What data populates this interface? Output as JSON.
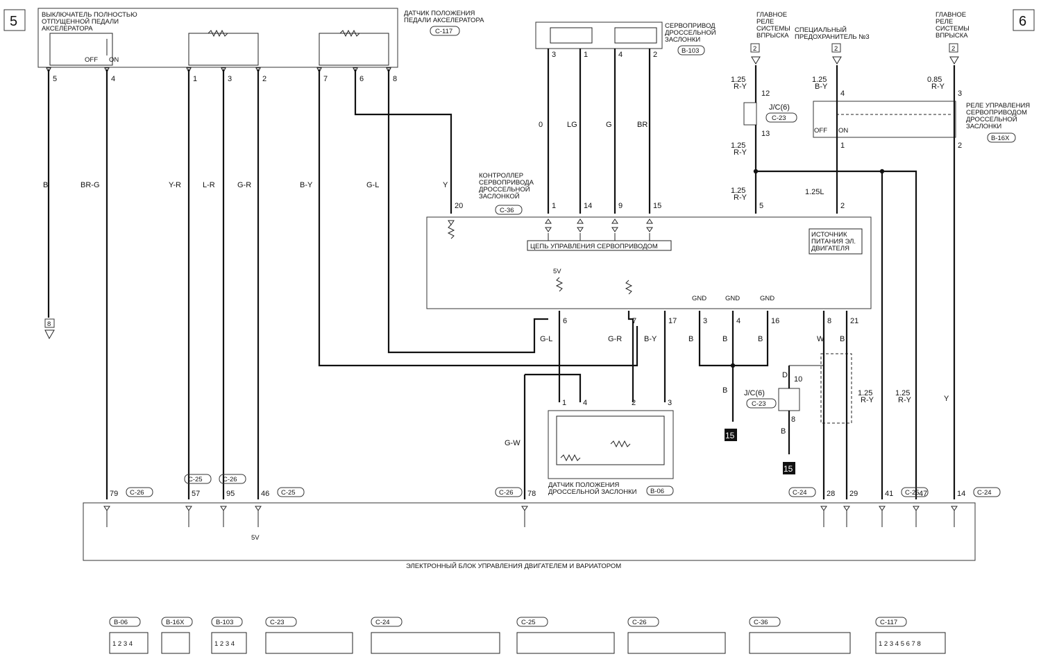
{
  "page_markers": {
    "left": "5",
    "right": "6"
  },
  "components": {
    "idle_switch": "ВЫКЛЮЧАТЕЛЬ ПОЛНОСТЬЮ ОТПУЩЕННОЙ ПЕДАЛИ АКСЕЛЕРАТОРА",
    "pedal_sensor": "ДАТЧИК ПОЛОЖЕНИЯ ПЕДАЛИ АКСЕЛЕРАТОРА",
    "pedal_sensor_conn": "C-117",
    "servo": "СЕРВОПРИВОД ДРОССЕЛЬНОЙ ЗАСЛОНКИ",
    "servo_conn": "B-103",
    "main_relay_1": "ГЛАВНОЕ РЕЛЕ СИСТЕМЫ ВПРЫСКА",
    "special_fuse": "СПЕЦИАЛЬНЫЙ ПРЕДОХРАНИТЕЛЬ №3",
    "main_relay_2": "ГЛАВНОЕ РЕЛЕ СИСТЕМЫ ВПРЫСКА",
    "servo_relay": "РЕЛЕ УПРАВЛЕНИЯ СЕРВОПРИВОДОМ ДРОССЕЛЬНОЙ ЗАСЛОНКИ",
    "servo_relay_conn": "B-16X",
    "controller": "КОНТРОЛЛЕР СЕРВОПРИВОДА ДРОССЕЛЬНОЙ ЗАСЛОНКОЙ",
    "controller_conn": "C-36",
    "servo_circuit": "ЦЕПЬ УПРАВЛЕНИЯ СЕРВОПРИВОДОМ",
    "power_source": "ИСТОЧНИК ПИТАНИЯ ЭЛ. ДВИГАТЕЛЯ",
    "throttle_sensor": "ДАТЧИК ПОЛОЖЕНИЯ ДРОССЕЛЬНОЙ ЗАСЛОНКИ",
    "throttle_sensor_conn": "B-06",
    "ecu": "ЭЛЕКТРОННЫЙ БЛОК УПРАВЛЕНИЯ ДВИГАТЕЛЕМ И ВАРИАТОРОМ",
    "jc_upper": "J/C(6)",
    "jc_upper_conn": "C-23",
    "jc_lower": "J/C(6)",
    "jc_lower_conn": "C-23"
  },
  "switch_labels": {
    "off": "OFF",
    "on": "ON"
  },
  "top_pins": [
    "5",
    "4",
    "1",
    "3",
    "2",
    "7",
    "6",
    "8",
    "3",
    "1",
    "4",
    "2"
  ],
  "wire_colors": [
    "B",
    "BR-G",
    "Y-R",
    "L-R",
    "G-R",
    "B-Y",
    "G-L",
    "Y",
    "0",
    "LG",
    "G",
    "BR"
  ],
  "controller_pins": [
    "20",
    "1",
    "14",
    "9",
    "15",
    "5",
    "2",
    "6",
    "7",
    "17",
    "3",
    "4",
    "16",
    "8",
    "21"
  ],
  "lower_wires": [
    "G-L",
    "G-R",
    "B-Y",
    "B",
    "B",
    "B",
    "W",
    "B",
    "G-W",
    "B",
    "B",
    "Y"
  ],
  "tps_pins": [
    "1",
    "4",
    "2",
    "3"
  ],
  "gnd": "GND",
  "v5": "5V",
  "power_lines": [
    {
      "gauge": "1.25",
      "color": "R-Y",
      "pin_in": "12",
      "pin_out": "13"
    },
    {
      "gauge": "1.25",
      "color": "B-Y",
      "pin_in": "4",
      "pin_out": "1"
    },
    {
      "gauge": "0.85",
      "color": "R-Y",
      "pin_in": "3",
      "pin_out": "2"
    },
    {
      "gauge": "1.25",
      "color": "R-Y",
      "pin": "5"
    },
    {
      "gauge": "1.25L",
      "pin": "2"
    }
  ],
  "right_wires": [
    {
      "gauge": "1.25",
      "color": "R-Y"
    },
    {
      "gauge": "1.25",
      "color": "R-Y"
    }
  ],
  "fuse_badge": "2",
  "ground_badge": "8",
  "ground_num": "15",
  "jc_pins": [
    "10",
    "8"
  ],
  "jc_wire_d": "D",
  "ecu_pins": [
    {
      "num": "79",
      "conn": "C-26"
    },
    {
      "num": "57",
      "conn": "C-25"
    },
    {
      "num": "95",
      "conn": "C-26"
    },
    {
      "num": "46",
      "conn": "C-25"
    },
    {
      "num": "78",
      "conn": "C-26"
    },
    {
      "num": "28",
      "conn": "C-24"
    },
    {
      "num": "29",
      "conn": ""
    },
    {
      "num": "41",
      "conn": "C-25"
    },
    {
      "num": "47",
      "conn": ""
    },
    {
      "num": "14",
      "conn": "C-24"
    }
  ],
  "connector_legend": [
    "B-06",
    "B-16X",
    "B-103",
    "C-23",
    "C-24",
    "C-25",
    "C-26",
    "C-36",
    "C-117"
  ],
  "legend_b06": "1 2 3 4",
  "legend_b103": "1 2 3 4",
  "legend_c117": "1 2 3 4 5 6 7 8"
}
